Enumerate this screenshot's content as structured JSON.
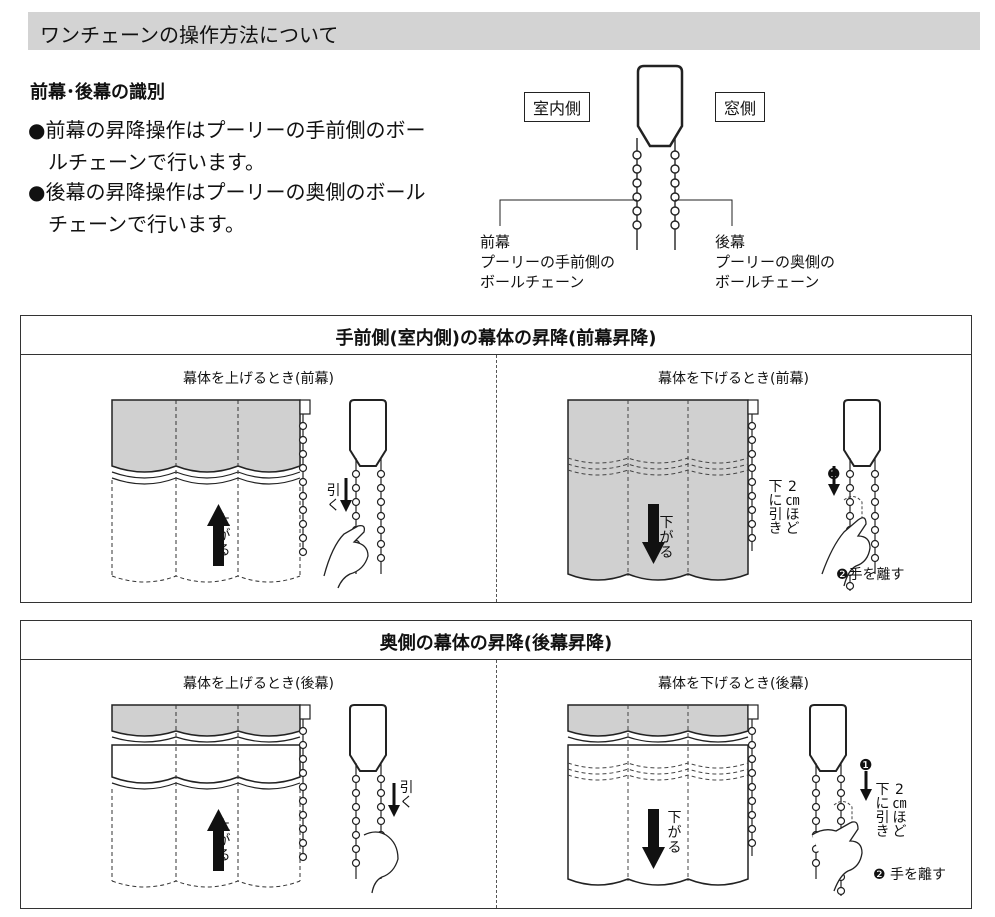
{
  "header": {
    "title": "ワンチェーンの操作方法について"
  },
  "intro": {
    "subtitle": "前幕･後幕の識別",
    "bullet1_line1": "●前幕の昇降操作はプーリーの手前側のボー",
    "bullet1_line2": "ルチェーンで行います。",
    "bullet2_line1": "●後幕の昇降操作はプーリーの奥側のボール",
    "bullet2_line2": "チェーンで行います。"
  },
  "diagram": {
    "indoor_label": "室内側",
    "window_label": "窓側",
    "front": {
      "title": "前幕",
      "line1": "プーリーの手前側の",
      "line2": "ボールチェーン"
    },
    "back": {
      "title": "後幕",
      "line1": "プーリーの奥側の",
      "line2": "ボールチェーン"
    }
  },
  "panel_front": {
    "title": "手前側(室内側)の幕体の昇降(前幕昇降)",
    "left_caption": "幕体を上げるとき(前幕)",
    "right_caption": "幕体を下げるとき(前幕)",
    "up_label_1": "上",
    "up_label_2": "がる",
    "pull_label_1": "引",
    "pull_label_2": "く",
    "down_label_1": "下",
    "down_label_2": "がる",
    "step1_marker": "❶",
    "step1_col1": "下に引き",
    "step1_col2": "2㎝ほど",
    "step2_marker": "❷",
    "step2_text": "手を離す"
  },
  "panel_back": {
    "title": "奥側の幕体の昇降(後幕昇降)",
    "left_caption": "幕体を上げるとき(後幕)",
    "right_caption": "幕体を下げるとき(後幕)",
    "up_label_1": "上",
    "up_label_2": "がる",
    "pull_label_1": "引",
    "pull_label_2": "く",
    "down_label_1": "下",
    "down_label_2": "がる",
    "step1_marker": "❶",
    "step1_col1": "下に引き",
    "step1_col2": "2㎝ほど",
    "step2_marker": "❷",
    "step2_text": "手を離す"
  },
  "colors": {
    "title_bar": "#d3d3d3",
    "fabric_gray": "#d0d0d0",
    "line": "#222222"
  }
}
